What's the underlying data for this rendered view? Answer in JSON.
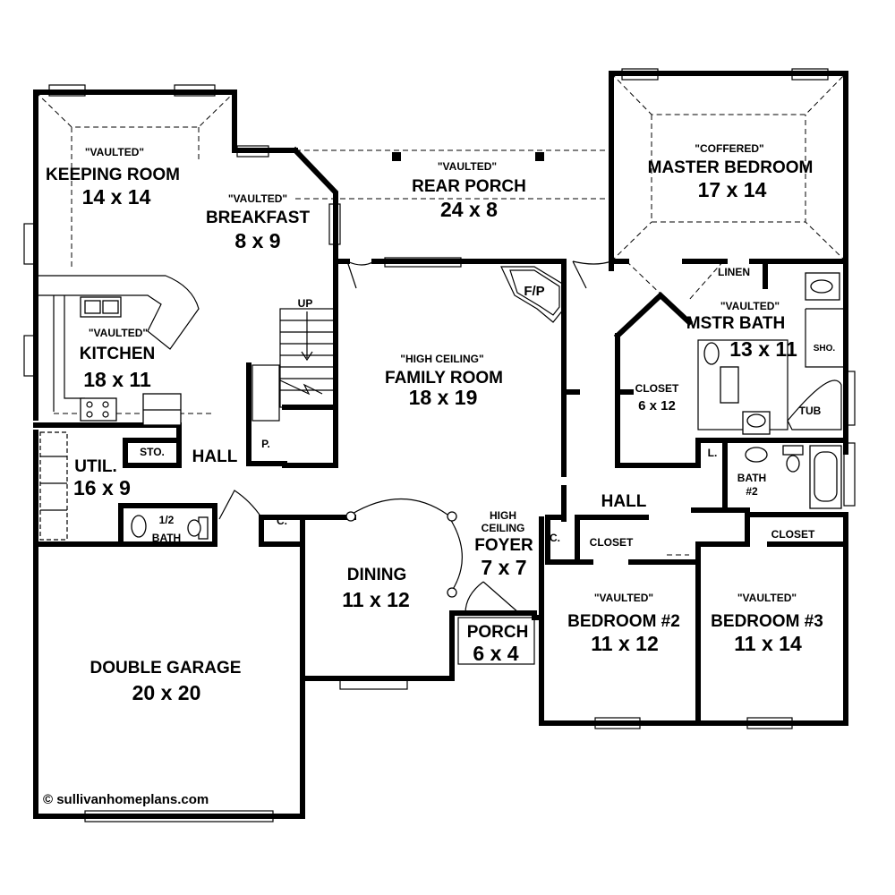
{
  "rooms": {
    "keeping": {
      "note": "\"VAULTED\"",
      "name": "KEEPING ROOM",
      "size": "14 x 14"
    },
    "breakfast": {
      "note": "\"VAULTED\"",
      "name": "BREAKFAST",
      "size": "8 x 9"
    },
    "rear_porch": {
      "note": "\"VAULTED\"",
      "name": "REAR PORCH",
      "size": "24 x 8"
    },
    "master_bedroom": {
      "note": "\"COFFERED\"",
      "name": "MASTER BEDROOM",
      "size": "17 x 14"
    },
    "kitchen": {
      "note": "\"VAULTED\"",
      "name": "KITCHEN",
      "size": "18 x 11"
    },
    "family_room": {
      "note": "\"HIGH CEILING\"",
      "name": "FAMILY ROOM",
      "size": "18 x 19"
    },
    "mstr_bath": {
      "note": "\"VAULTED\"",
      "name": "MSTR BATH",
      "size": "13 x 11"
    },
    "closet_master": {
      "name": "CLOSET",
      "size": "6 x 12"
    },
    "util": {
      "name": "UTIL.",
      "size": "16 x 9"
    },
    "dining": {
      "name": "DINING",
      "size": "11 x 12"
    },
    "foyer": {
      "note1": "HIGH",
      "note2": "CEILING",
      "name": "FOYER",
      "size": "7 x 7"
    },
    "porch": {
      "name": "PORCH",
      "size": "6 x 4"
    },
    "bedroom2": {
      "note": "\"VAULTED\"",
      "name": "BEDROOM #2",
      "size": "11 x 12"
    },
    "bedroom3": {
      "note": "\"VAULTED\"",
      "name": "BEDROOM #3",
      "size": "11 x 14"
    },
    "garage": {
      "name": "DOUBLE GARAGE",
      "size": "20 x 20"
    },
    "bath2": {
      "name": "BATH",
      "size": "#2"
    },
    "half_bath": {
      "name": "1/2",
      "size": "BATH"
    }
  },
  "small_labels": {
    "linen": "LINEN",
    "fp": "F/P",
    "up": "UP",
    "hall_left": "HALL",
    "hall_right": "HALL",
    "sto": "STO.",
    "pantry": "P.",
    "coat_left": "C.",
    "coat_foyer": "C.",
    "closet_hall": "CLOSET",
    "closet_bed3": "CLOSET",
    "laundry_l": "L.",
    "shower": "SHO.",
    "tub": "TUB"
  },
  "copyright": "© sullivanhomeplans.com"
}
